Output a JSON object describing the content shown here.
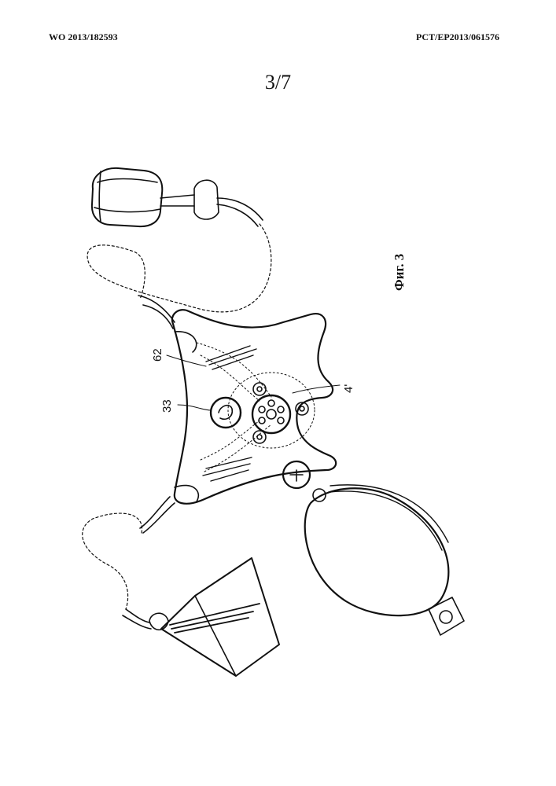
{
  "header": {
    "publication_number": "WO 2013/182593",
    "application_number": "PCT/EP2013/061576"
  },
  "sheet": {
    "label": "3/7"
  },
  "figure": {
    "caption": "Фиг. 3",
    "reference_numerals": [
      "33",
      "62",
      "4'"
    ]
  }
}
